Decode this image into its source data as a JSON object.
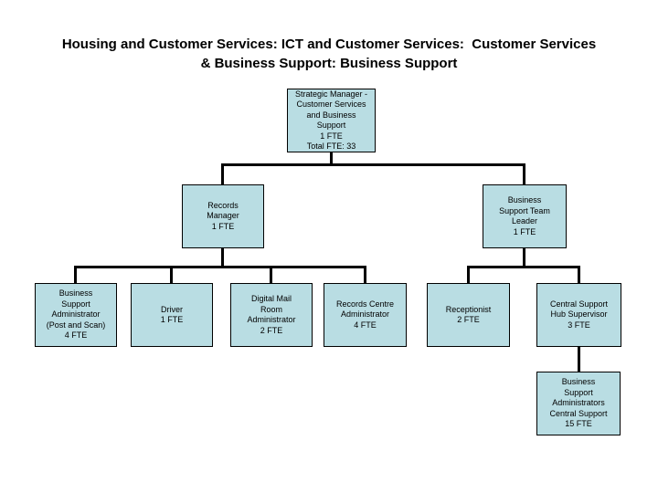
{
  "title": {
    "lines": [
      "Housing and Customer Services: ICT and Customer Services:  Customer Services",
      "& Business Support: Business Support"
    ]
  },
  "org_chart": {
    "colors": {
      "box_fill": "#b9dde3",
      "box_border": "#000000",
      "connector": "#000000"
    },
    "nodes": {
      "strategic_manager": {
        "lines": [
          "Strategic Manager -",
          "Customer Services",
          "and Business",
          "Support",
          "1 FTE",
          "Total FTE: 33"
        ],
        "reports_to": null
      },
      "records_manager": {
        "lines": [
          "Records",
          "Manager",
          "1 FTE"
        ],
        "reports_to": "strategic_manager"
      },
      "business_support_team_leader": {
        "lines": [
          "Business",
          "Support Team",
          "Leader",
          "1 FTE"
        ],
        "reports_to": "strategic_manager"
      },
      "bsa_post_and_scan": {
        "lines": [
          "Business",
          "Support",
          "Administrator",
          "(Post and Scan)",
          "4 FTE"
        ],
        "reports_to": "records_manager"
      },
      "driver": {
        "lines": [
          "Driver",
          "1 FTE"
        ],
        "reports_to": "records_manager"
      },
      "digital_mail_room_admin": {
        "lines": [
          "Digital Mail",
          "Room",
          "Administrator",
          "2 FTE"
        ],
        "reports_to": "records_manager"
      },
      "records_centre_admin": {
        "lines": [
          "Records Centre",
          "Administrator",
          "4 FTE"
        ],
        "reports_to": "records_manager"
      },
      "receptionist": {
        "lines": [
          "Receptionist",
          "2 FTE"
        ],
        "reports_to": "business_support_team_leader"
      },
      "central_support_hub_supervisor": {
        "lines": [
          "Central Support",
          "Hub Supervisor",
          "3 FTE"
        ],
        "reports_to": "business_support_team_leader"
      },
      "bsa_central_support": {
        "lines": [
          "Business",
          "Support",
          "Administrators",
          "Central Support",
          "15 FTE"
        ],
        "reports_to": "central_support_hub_supervisor"
      }
    }
  }
}
